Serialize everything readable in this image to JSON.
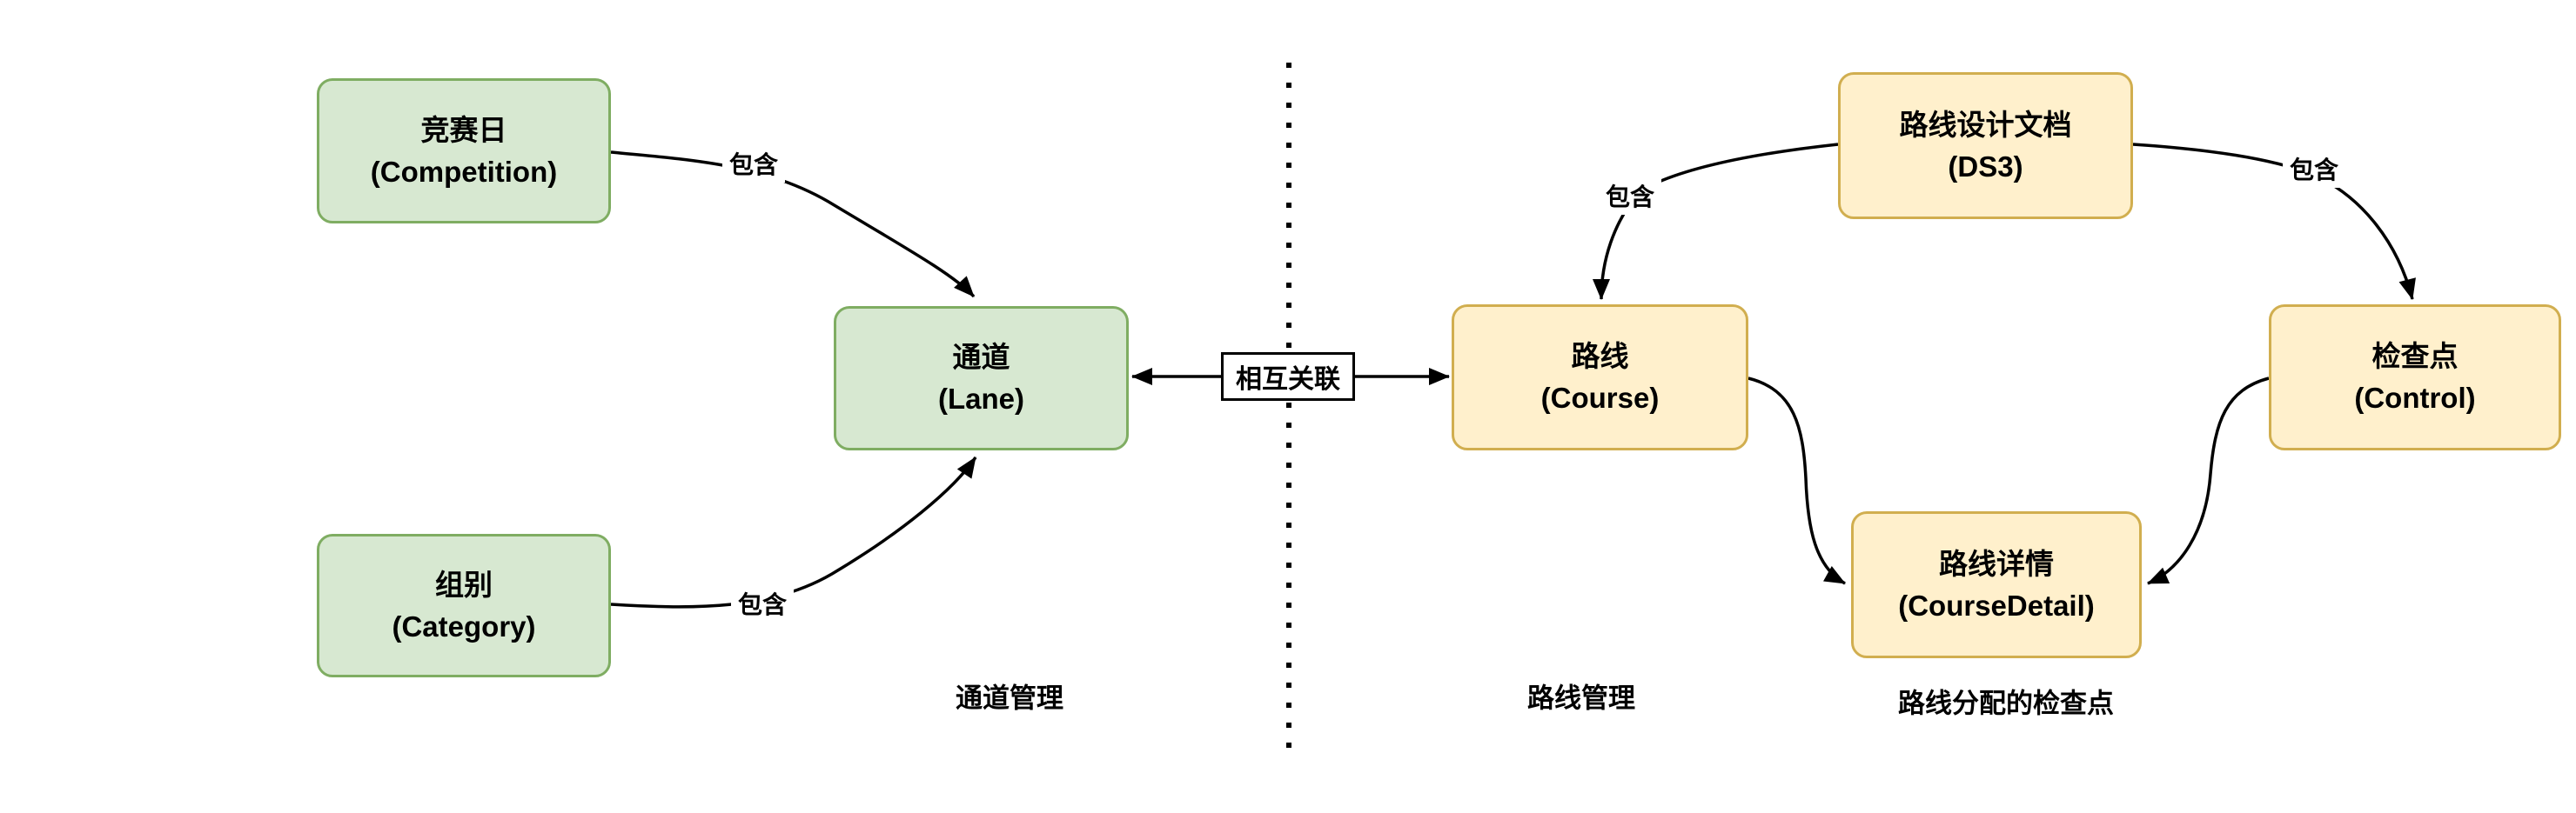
{
  "diagram": {
    "type": "entity-relationship-flowchart",
    "colors": {
      "background": "#ffffff",
      "green_node_fill": "#d7e8d1",
      "green_node_border": "#7fad62",
      "yellow_node_fill": "#fff0cc",
      "yellow_node_border": "#d1ae4f",
      "edge_stroke": "#000000",
      "edge_label_background": "#ffffff",
      "text": "#000000"
    },
    "nodes": {
      "competition": {
        "line1": "竞赛日",
        "line2": "(Competition)",
        "group": "lane-management"
      },
      "category": {
        "line1": "组别",
        "line2": "(Category)",
        "group": "lane-management"
      },
      "lane": {
        "line1": "通道",
        "line2": "(Lane)",
        "group": "lane-management"
      },
      "course": {
        "line1": "路线",
        "line2": "(Course)",
        "group": "course-management"
      },
      "ds3": {
        "line1": "路线设计文档",
        "line2": "(DS3)",
        "group": "course-management"
      },
      "control": {
        "line1": "检查点",
        "line2": "(Control)",
        "group": "course-management"
      },
      "coursedetail": {
        "line1": "路线详情",
        "line2": "(CourseDetail)",
        "group": "course-management"
      }
    },
    "edges": [
      {
        "from": "competition",
        "to": "lane",
        "label": "包含"
      },
      {
        "from": "category",
        "to": "lane",
        "label": "包含"
      },
      {
        "from": "lane",
        "to": "course",
        "label": "相互关联",
        "bidirectional": true
      },
      {
        "from": "ds3",
        "to": "course",
        "label": "包含"
      },
      {
        "from": "ds3",
        "to": "control",
        "label": "包含"
      },
      {
        "from": "course",
        "to": "coursedetail",
        "label": ""
      },
      {
        "from": "control",
        "to": "coursedetail",
        "label": ""
      }
    ],
    "edge_labels": {
      "competition_lane": "包含",
      "category_lane": "包含",
      "ds3_course": "包含",
      "ds3_control": "包含",
      "lane_course": "相互关联"
    },
    "captions": {
      "lane_management": "通道管理",
      "course_management": "路线管理",
      "course_assigned_controls": "路线分配的检查点"
    }
  }
}
